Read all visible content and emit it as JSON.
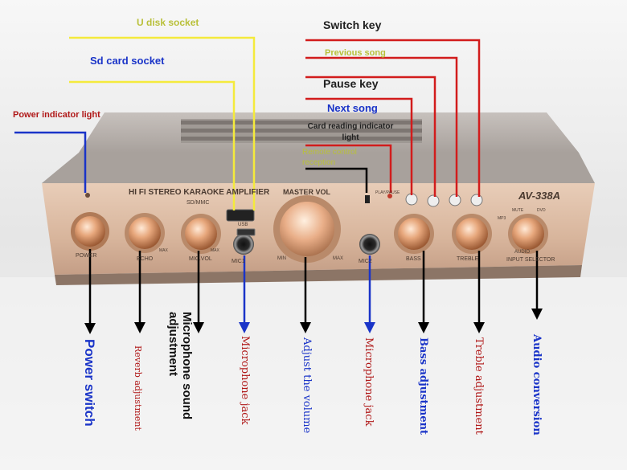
{
  "device": {
    "header": "HI FI STEREO KARAOKE AMPLIFIER",
    "model": "AV-338A",
    "knob_labels": {
      "power": "POWER",
      "echo": "ECHO",
      "mic_vol": "MIC.VOL",
      "master_vol": "MASTER VOL",
      "bass": "BASS",
      "treble": "TREBLE",
      "audio_input_selector": "INPUT SELECTOR",
      "audio": "AUDIO"
    },
    "jack_labels": {
      "mic1": "MIC1",
      "mic2": "MIC2"
    },
    "slot_labels": {
      "sdmmc": "SD/MMC",
      "usb": "USB"
    },
    "small_marks": {
      "max": "MAX",
      "min": "MIN",
      "play_pause": "PLAY/PAUSE",
      "mute": "MUTE",
      "dvd": "DVD",
      "mp3": "MP3"
    }
  },
  "callouts_top": {
    "usb_socket": "U disk socket",
    "sd_card_socket": "Sd card socket",
    "power_indicator_light": "Power indicator light",
    "switch_key": "Switch key",
    "previous_song": "Previous song",
    "pause_key": "Pause key",
    "next_song": "Next song",
    "card_reading_light": "Card reading indicator light",
    "remote_control": "Remote control reception"
  },
  "callouts_bottom": {
    "power_switch": "Power switch",
    "reverb_adjustment": "Reverb adjustment",
    "mic_sound_adjustment": "Microphone sound adjustment",
    "mic_jack_1": "Microphone jack",
    "adjust_volume": "Adjust the volume",
    "mic_jack_2": "Microphone jack",
    "bass_adjustment": "Bass adjustment",
    "treble_adjustment": "Treble adjustment",
    "audio_conversion": "Audio conversion"
  },
  "colors": {
    "yellow": "#f4ea3c",
    "red": "#d21c1c",
    "blue": "#1a34c8",
    "dark_red": "#b01818",
    "black": "#000000",
    "faint_text": "#b9c03a",
    "panel": "#d9b9a4"
  }
}
